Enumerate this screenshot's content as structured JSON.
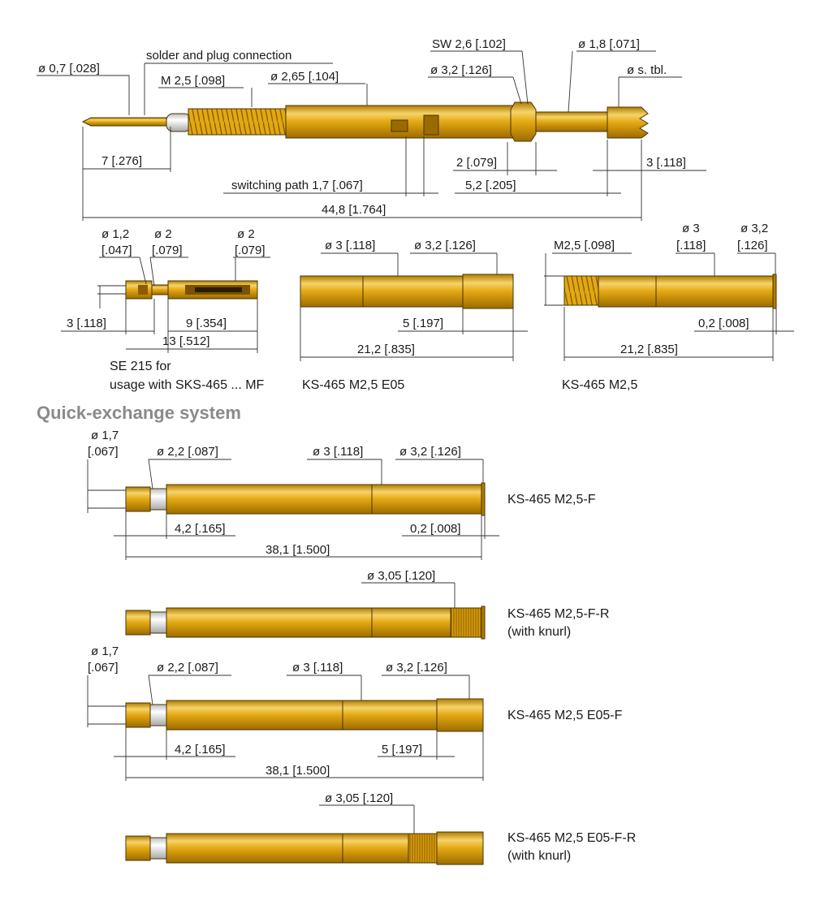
{
  "colors": {
    "brass": "#e3a812",
    "brass_dark": "#b07c00",
    "brass_light": "#f6d36a",
    "silver": "#ececec",
    "text": "#1a1a1a",
    "heading": "#8a8a8a"
  },
  "heading": "Quick-exchange system",
  "top": {
    "d07": "ø 0,7 [.028]",
    "solder": "solder and plug connection",
    "m25": "M 2,5 [.098]",
    "d265": "ø 2,65 [.104]",
    "sw": "SW 2,6 [.102]",
    "d18": "ø 1,8 [.071]",
    "d32": "ø 3,2 [.126]",
    "dstbl": "ø s. tbl.",
    "l7": "7 [.276]",
    "l2": "2 [.079]",
    "l3": "3 [.118]",
    "switch": "switching path 1,7 [.067]",
    "l52": "5,2 [.205]",
    "l448": "44,8 [1.764]"
  },
  "se215": {
    "d12a": "ø 1,2",
    "d12b": "[.047]",
    "d2a": "ø 2",
    "d2b": "[.079]",
    "d2c": "ø 2",
    "d2d": "[.079]",
    "l3": "3 [.118]",
    "l9": "9 [.354]",
    "l13": "13 [.512]",
    "cap1": "SE 215 for",
    "cap2": "usage with SKS-465 ... MF"
  },
  "ks_e05": {
    "d3": "ø 3 [.118]",
    "d32": "ø 3,2 [.126]",
    "l5": "5 [.197]",
    "l212": "21,2 [.835]",
    "cap": "KS-465 M2,5 E05"
  },
  "ks": {
    "m25": "M2,5 [.098]",
    "d3a": "ø 3",
    "d3b": "[.118]",
    "d32a": "ø 3,2",
    "d32b": "[.126]",
    "l02": "0,2 [.008]",
    "l212": "21,2 [.835]",
    "cap": "KS-465 M2,5"
  },
  "qf": {
    "d17a": "ø 1,7",
    "d17b": "[.067]",
    "d22": "ø 2,2 [.087]",
    "d3": "ø 3 [.118]",
    "d32": "ø 3,2 [.126]",
    "l42": "4,2 [.165]",
    "l02": "0,2 [.008]",
    "l381": "38,1 [1.500]",
    "cap": "KS-465 M2,5-F"
  },
  "qfr": {
    "d305": "ø 3,05 [.120]",
    "cap1": "KS-465 M2,5-F-R",
    "cap2": "(with knurl)"
  },
  "qe": {
    "d17a": "ø 1,7",
    "d17b": "[.067]",
    "d22": "ø 2,2 [.087]",
    "d3": "ø 3 [.118]",
    "d32": "ø 3,2 [.126]",
    "l42": "4,2 [.165]",
    "l5": "5 [.197]",
    "l381": "38,1 [1.500]",
    "cap": "KS-465 M2,5 E05-F"
  },
  "qer": {
    "d305": "ø 3,05 [.120]",
    "cap1": "KS-465 M2,5 E05-F-R",
    "cap2": "(with knurl)"
  }
}
